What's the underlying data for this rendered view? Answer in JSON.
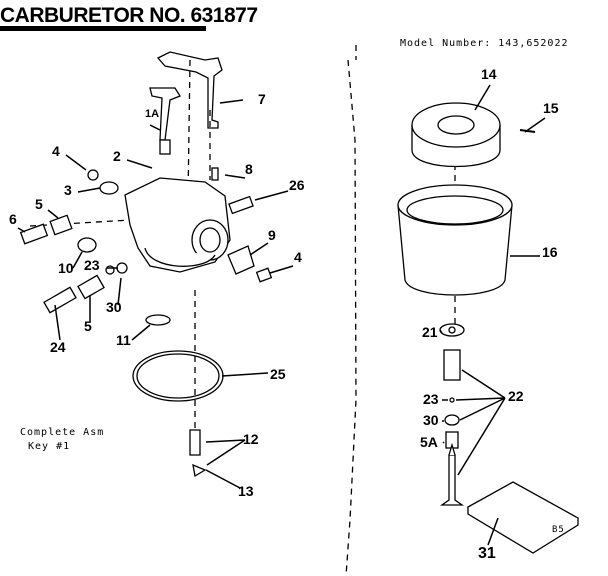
{
  "title": "CARBURETOR NO. 631877",
  "model_number": "Model Number: 143,652022",
  "note": {
    "line1": "Complete Asm",
    "line2": "Key #1"
  },
  "page_code": "B5",
  "parts": {
    "p14": "14",
    "p7": "7",
    "p1a": "1A",
    "p15": "15",
    "p4a": "4",
    "p2": "2",
    "p8": "8",
    "p3": "3",
    "p26": "26",
    "p5a": "5",
    "p6": "6",
    "p9": "9",
    "p4b": "4",
    "p16": "16",
    "p10": "10",
    "p23a": "23",
    "p30a": "30",
    "p5b": "5",
    "p24": "24",
    "p11": "11",
    "p21": "21",
    "p25": "25",
    "p22": "22",
    "p23b": "23",
    "p30b": "30",
    "p5A": "5A",
    "p12": "12",
    "p13": "13",
    "p31": "31"
  }
}
